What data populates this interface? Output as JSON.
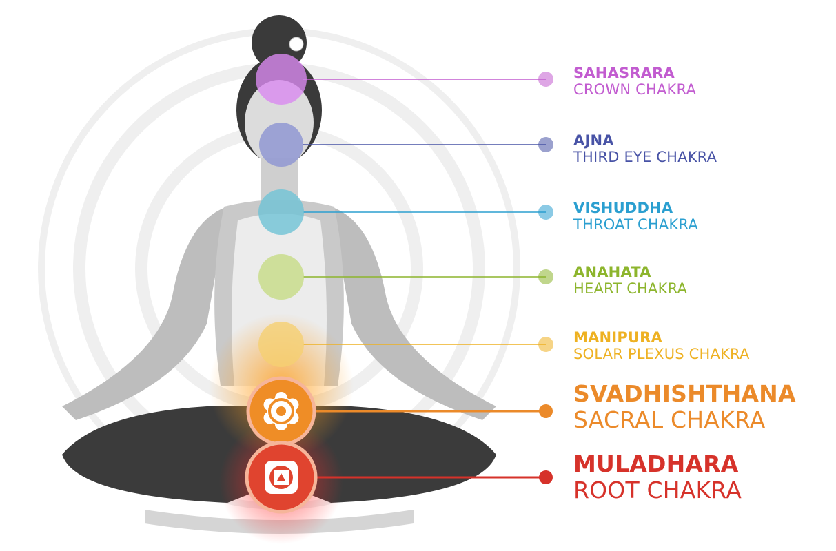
{
  "chakras": [
    {
      "name": "SAHASRARA",
      "english": "CROWN CHAKRA",
      "color": "#c25cd0",
      "orb": "#d98af0",
      "icon": "none"
    },
    {
      "name": "AJNA",
      "english": "THIRD EYE CHAKRA",
      "color": "#4853a6",
      "orb": "#8c94d2",
      "icon": "none"
    },
    {
      "name": "VISHUDDHA",
      "english": "THROAT CHAKRA",
      "color": "#2b9fd0",
      "orb": "#6fc3d6",
      "icon": "none"
    },
    {
      "name": "ANAHATA",
      "english": "HEART CHAKRA",
      "color": "#8db52d",
      "orb": "#c7dc86",
      "icon": "none"
    },
    {
      "name": "MANIPURA",
      "english": "SOLAR PLEXUS CHAKRA",
      "color": "#eeb122",
      "orb": "#f5cf72",
      "icon": "none"
    },
    {
      "name": "SVADHISHTHANA",
      "english": "SACRAL CHAKRA",
      "color": "#eb8a2a",
      "orb": "#ef8d26",
      "icon": "lotus-circles-icon"
    },
    {
      "name": "MULADHARA",
      "english": "ROOT CHAKRA",
      "color": "#d6322a",
      "orb": "#e0442f",
      "icon": "lotus-square-icon"
    }
  ]
}
